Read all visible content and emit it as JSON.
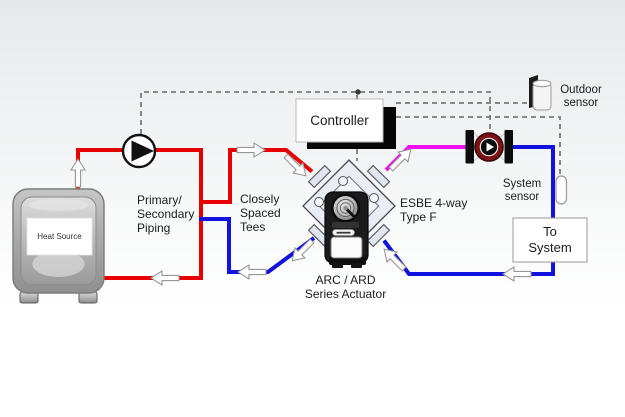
{
  "diagram": {
    "title_implicit": "Hydronic mixing system schematic",
    "labels": {
      "controller": "Controller",
      "heat_source": "Heat Source",
      "primary_secondary_piping": "Primary/\nSecondary\nPiping",
      "closely_spaced_tees": "Closely\nSpaced\nTees",
      "valve": "ESBE 4-way\nType F",
      "actuator": "ARC / ARD\nSeries Actuator",
      "outdoor_sensor": "Outdoor\nsensor",
      "system_sensor": "System\nsensor",
      "to_system": "To\nSystem"
    },
    "colors": {
      "supply_red": "#e60000",
      "return_blue": "#1212e0",
      "mixed_supply_magenta": "#ee10ee",
      "wiring_dashed_gray": "#7a7a7a",
      "system_pump_ring": "#7e1113",
      "valve_body_fill": "#e9eef6"
    }
  }
}
